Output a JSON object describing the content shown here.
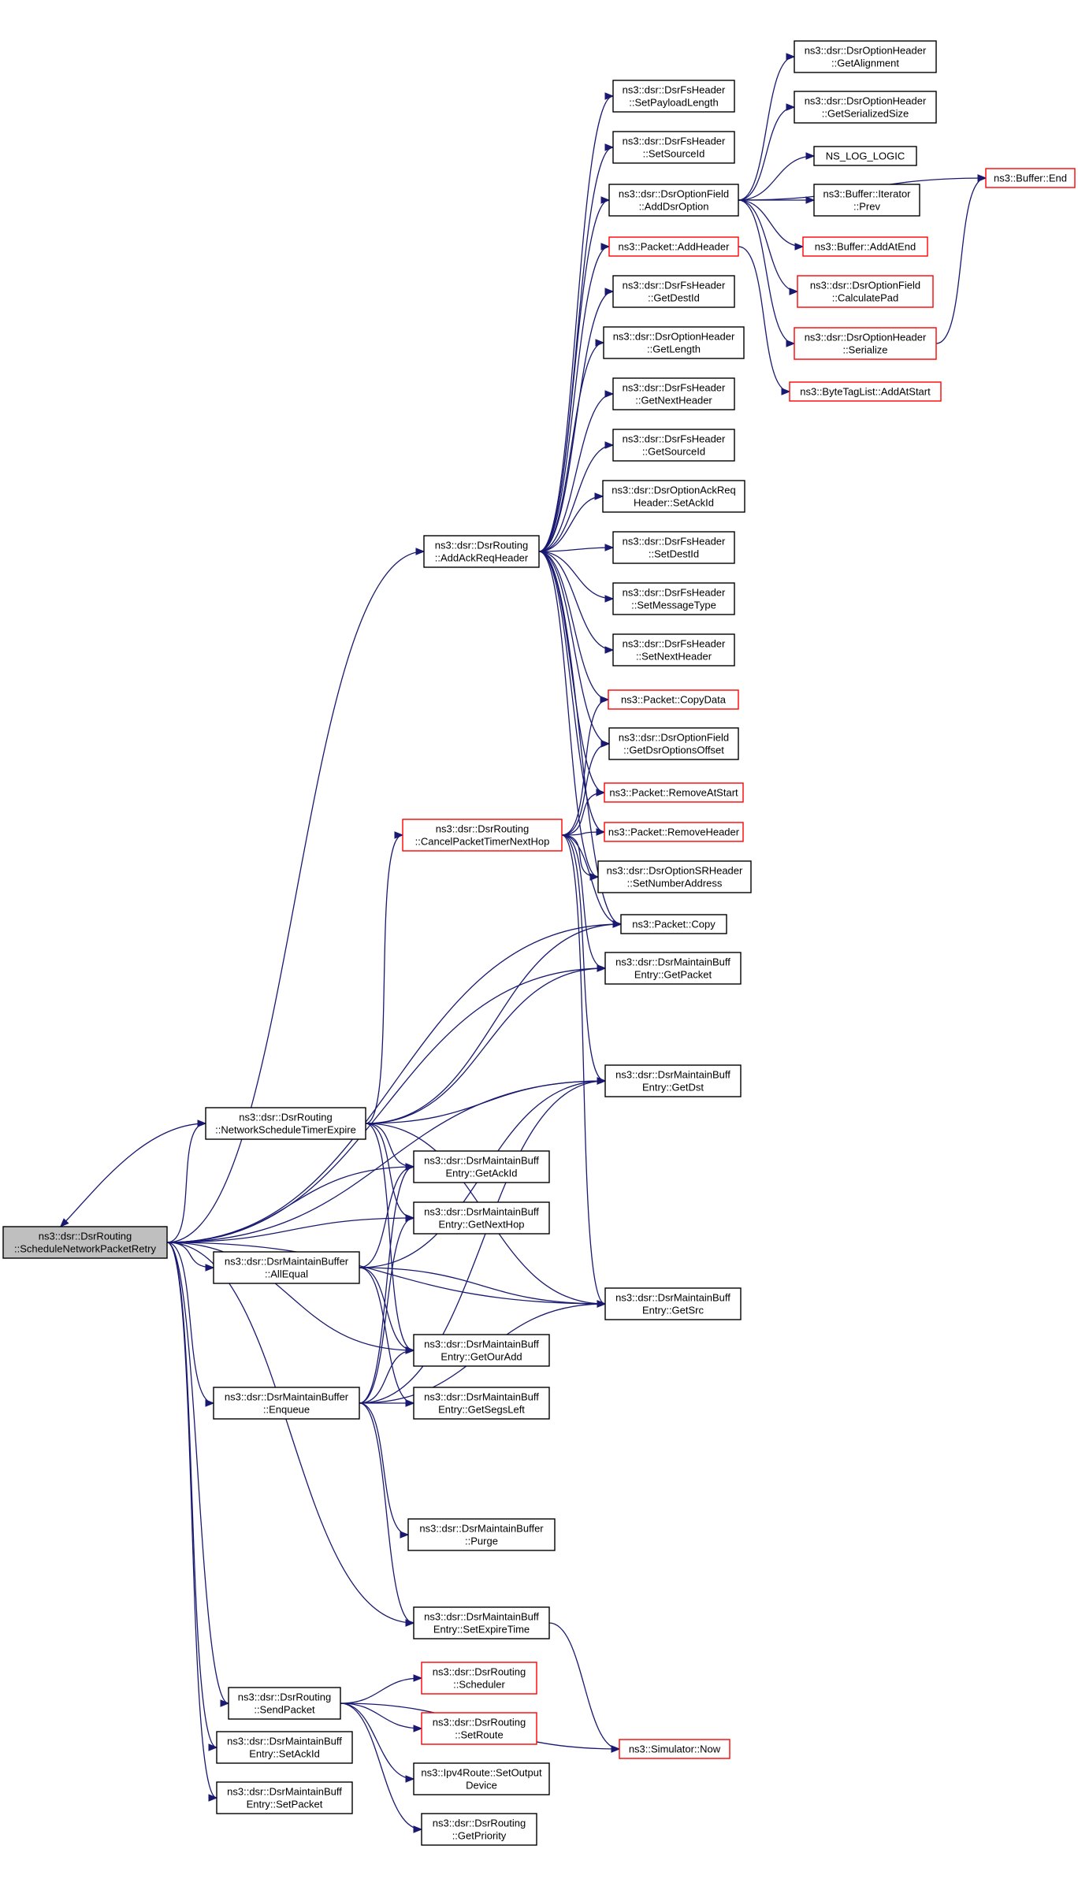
{
  "colors": {
    "edge": "#191970",
    "node_border_black": "#000000",
    "node_border_red": "#ff0000",
    "root_fill": "#bfbfbf",
    "node_fill": "#ffffff"
  },
  "nodes": [
    {
      "id": "root",
      "lines": [
        "ns3::dsr::DsrRouting",
        "::ScheduleNetworkPacketRetry"
      ],
      "border": "black",
      "fill": "gray",
      "root": true
    },
    {
      "id": "addAck",
      "lines": [
        "ns3::dsr::DsrRouting",
        "::AddAckReqHeader"
      ],
      "border": "black"
    },
    {
      "id": "setPayloadLength",
      "lines": [
        "ns3::dsr::DsrFsHeader",
        "::SetPayloadLength"
      ],
      "border": "black"
    },
    {
      "id": "setSourceId",
      "lines": [
        "ns3::dsr::DsrFsHeader",
        "::SetSourceId"
      ],
      "border": "black"
    },
    {
      "id": "addDsrOption",
      "lines": [
        "ns3::dsr::DsrOptionField",
        "::AddDsrOption"
      ],
      "border": "black"
    },
    {
      "id": "pktAddHeader",
      "lines": [
        "ns3::Packet::AddHeader"
      ],
      "border": "red"
    },
    {
      "id": "getDestId",
      "lines": [
        "ns3::dsr::DsrFsHeader",
        "::GetDestId"
      ],
      "border": "black"
    },
    {
      "id": "optGetLength",
      "lines": [
        "ns3::dsr::DsrOptionHeader",
        "::GetLength"
      ],
      "border": "black"
    },
    {
      "id": "getNextHeader",
      "lines": [
        "ns3::dsr::DsrFsHeader",
        "::GetNextHeader"
      ],
      "border": "black"
    },
    {
      "id": "getSourceId",
      "lines": [
        "ns3::dsr::DsrFsHeader",
        "::GetSourceId"
      ],
      "border": "black"
    },
    {
      "id": "setAckIdHdr",
      "lines": [
        "ns3::dsr::DsrOptionAckReq",
        "Header::SetAckId"
      ],
      "border": "black"
    },
    {
      "id": "setDestId",
      "lines": [
        "ns3::dsr::DsrFsHeader",
        "::SetDestId"
      ],
      "border": "black"
    },
    {
      "id": "setMessageType",
      "lines": [
        "ns3::dsr::DsrFsHeader",
        "::SetMessageType"
      ],
      "border": "black"
    },
    {
      "id": "setNextHeader",
      "lines": [
        "ns3::dsr::DsrFsHeader",
        "::SetNextHeader"
      ],
      "border": "black"
    },
    {
      "id": "copyData",
      "lines": [
        "ns3::Packet::CopyData"
      ],
      "border": "red"
    },
    {
      "id": "getDsrOptionsOffset",
      "lines": [
        "ns3::dsr::DsrOptionField",
        "::GetDsrOptionsOffset"
      ],
      "border": "black"
    },
    {
      "id": "removeAtStart",
      "lines": [
        "ns3::Packet::RemoveAtStart"
      ],
      "border": "red"
    },
    {
      "id": "removeHeader",
      "lines": [
        "ns3::Packet::RemoveHeader"
      ],
      "border": "red"
    },
    {
      "id": "setNumberAddress",
      "lines": [
        "ns3::dsr::DsrOptionSRHeader",
        "::SetNumberAddress"
      ],
      "border": "black"
    },
    {
      "id": "pktCopy",
      "lines": [
        "ns3::Packet::Copy"
      ],
      "border": "black"
    },
    {
      "id": "getPacket",
      "lines": [
        "ns3::dsr::DsrMaintainBuff",
        "Entry::GetPacket"
      ],
      "border": "black"
    },
    {
      "id": "getDst",
      "lines": [
        "ns3::dsr::DsrMaintainBuff",
        "Entry::GetDst"
      ],
      "border": "black"
    },
    {
      "id": "getSrc",
      "lines": [
        "ns3::dsr::DsrMaintainBuff",
        "Entry::GetSrc"
      ],
      "border": "black"
    },
    {
      "id": "getAlignment",
      "lines": [
        "ns3::dsr::DsrOptionHeader",
        "::GetAlignment"
      ],
      "border": "black"
    },
    {
      "id": "getSerializedSize",
      "lines": [
        "ns3::dsr::DsrOptionHeader",
        "::GetSerializedSize"
      ],
      "border": "black"
    },
    {
      "id": "nsLogLogic",
      "lines": [
        "NS_LOG_LOGIC"
      ],
      "border": "black"
    },
    {
      "id": "iterPrev",
      "lines": [
        "ns3::Buffer::Iterator",
        "::Prev"
      ],
      "border": "black"
    },
    {
      "id": "addAtEnd",
      "lines": [
        "ns3::Buffer::AddAtEnd"
      ],
      "border": "red"
    },
    {
      "id": "calculatePad",
      "lines": [
        "ns3::dsr::DsrOptionField",
        "::CalculatePad"
      ],
      "border": "red"
    },
    {
      "id": "serialize",
      "lines": [
        "ns3::dsr::DsrOptionHeader",
        "::Serialize"
      ],
      "border": "red"
    },
    {
      "id": "addAtStart",
      "lines": [
        "ns3::ByteTagList::AddAtStart"
      ],
      "border": "red"
    },
    {
      "id": "bufferEnd",
      "lines": [
        "ns3::Buffer::End"
      ],
      "border": "red"
    },
    {
      "id": "cancelTimer",
      "lines": [
        "ns3::dsr::DsrRouting",
        "::CancelPacketTimerNextHop"
      ],
      "border": "red"
    },
    {
      "id": "nsTimerExpire",
      "lines": [
        "ns3::dsr::DsrRouting",
        "::NetworkScheduleTimerExpire"
      ],
      "border": "black"
    },
    {
      "id": "getAckId",
      "lines": [
        "ns3::dsr::DsrMaintainBuff",
        "Entry::GetAckId"
      ],
      "border": "black"
    },
    {
      "id": "getNextHop",
      "lines": [
        "ns3::dsr::DsrMaintainBuff",
        "Entry::GetNextHop"
      ],
      "border": "black"
    },
    {
      "id": "allEqual",
      "lines": [
        "ns3::dsr::DsrMaintainBuffer",
        "::AllEqual"
      ],
      "border": "black"
    },
    {
      "id": "getOurAdd",
      "lines": [
        "ns3::dsr::DsrMaintainBuff",
        "Entry::GetOurAdd"
      ],
      "border": "black"
    },
    {
      "id": "enqueue",
      "lines": [
        "ns3::dsr::DsrMaintainBuffer",
        "::Enqueue"
      ],
      "border": "black"
    },
    {
      "id": "getSegsLeft",
      "lines": [
        "ns3::dsr::DsrMaintainBuff",
        "Entry::GetSegsLeft"
      ],
      "border": "black"
    },
    {
      "id": "purge",
      "lines": [
        "ns3::dsr::DsrMaintainBuffer",
        "::Purge"
      ],
      "border": "black"
    },
    {
      "id": "setExpireTime",
      "lines": [
        "ns3::dsr::DsrMaintainBuff",
        "Entry::SetExpireTime"
      ],
      "border": "black"
    },
    {
      "id": "sendPacket",
      "lines": [
        "ns3::dsr::DsrRouting",
        "::SendPacket"
      ],
      "border": "black"
    },
    {
      "id": "scheduler",
      "lines": [
        "ns3::dsr::DsrRouting",
        "::Scheduler"
      ],
      "border": "red"
    },
    {
      "id": "setRoute",
      "lines": [
        "ns3::dsr::DsrRouting",
        "::SetRoute"
      ],
      "border": "red"
    },
    {
      "id": "simNow",
      "lines": [
        "ns3::Simulator::Now"
      ],
      "border": "red"
    },
    {
      "id": "setOutputDevice",
      "lines": [
        "ns3::Ipv4Route::SetOutput",
        "Device"
      ],
      "border": "black"
    },
    {
      "id": "getPriority",
      "lines": [
        "ns3::dsr::DsrRouting",
        "::GetPriority"
      ],
      "border": "black"
    },
    {
      "id": "setAckIdEntry",
      "lines": [
        "ns3::dsr::DsrMaintainBuff",
        "Entry::SetAckId"
      ],
      "border": "black"
    },
    {
      "id": "setPacketEntry",
      "lines": [
        "ns3::dsr::DsrMaintainBuff",
        "Entry::SetPacket"
      ],
      "border": "black"
    }
  ],
  "edges": [
    [
      "root",
      "addAck"
    ],
    [
      "root",
      "pktCopy"
    ],
    [
      "root",
      "getPacket"
    ],
    [
      "root",
      "getDst"
    ],
    [
      "root",
      "nsTimerExpire"
    ],
    [
      "root",
      "getAckId"
    ],
    [
      "root",
      "getNextHop"
    ],
    [
      "root",
      "allEqual"
    ],
    [
      "root",
      "getOurAdd"
    ],
    [
      "root",
      "enqueue"
    ],
    [
      "root",
      "getSrc"
    ],
    [
      "root",
      "setExpireTime"
    ],
    [
      "root",
      "sendPacket"
    ],
    [
      "root",
      "setAckIdEntry"
    ],
    [
      "root",
      "setPacketEntry"
    ],
    [
      "addAck",
      "setPayloadLength"
    ],
    [
      "addAck",
      "setSourceId"
    ],
    [
      "addAck",
      "addDsrOption"
    ],
    [
      "addAck",
      "pktAddHeader"
    ],
    [
      "addAck",
      "getDestId"
    ],
    [
      "addAck",
      "optGetLength"
    ],
    [
      "addAck",
      "getNextHeader"
    ],
    [
      "addAck",
      "getSourceId"
    ],
    [
      "addAck",
      "setAckIdHdr"
    ],
    [
      "addAck",
      "setDestId"
    ],
    [
      "addAck",
      "setMessageType"
    ],
    [
      "addAck",
      "setNextHeader"
    ],
    [
      "addAck",
      "copyData"
    ],
    [
      "addAck",
      "getDsrOptionsOffset"
    ],
    [
      "addAck",
      "removeAtStart"
    ],
    [
      "addAck",
      "removeHeader"
    ],
    [
      "addAck",
      "setNumberAddress"
    ],
    [
      "addAck",
      "pktCopy"
    ],
    [
      "addDsrOption",
      "getAlignment"
    ],
    [
      "addDsrOption",
      "getSerializedSize"
    ],
    [
      "addDsrOption",
      "nsLogLogic"
    ],
    [
      "addDsrOption",
      "iterPrev"
    ],
    [
      "addDsrOption",
      "addAtEnd"
    ],
    [
      "addDsrOption",
      "calculatePad"
    ],
    [
      "addDsrOption",
      "serialize"
    ],
    [
      "addDsrOption",
      "bufferEnd"
    ],
    [
      "pktAddHeader",
      "addAtStart"
    ],
    [
      "serialize",
      "bufferEnd"
    ],
    [
      "nsTimerExpire",
      "cancelTimer"
    ],
    [
      "nsTimerExpire",
      "pktCopy"
    ],
    [
      "nsTimerExpire",
      "getPacket"
    ],
    [
      "nsTimerExpire",
      "getDst"
    ],
    [
      "nsTimerExpire",
      "getAckId"
    ],
    [
      "nsTimerExpire",
      "getNextHop"
    ],
    [
      "nsTimerExpire",
      "getOurAdd"
    ],
    [
      "nsTimerExpire",
      "getSrc"
    ],
    [
      "nsTimerExpire",
      "root"
    ],
    [
      "cancelTimer",
      "copyData"
    ],
    [
      "cancelTimer",
      "getDsrOptionsOffset"
    ],
    [
      "cancelTimer",
      "removeAtStart"
    ],
    [
      "cancelTimer",
      "removeHeader"
    ],
    [
      "cancelTimer",
      "setNumberAddress"
    ],
    [
      "cancelTimer",
      "pktCopy"
    ],
    [
      "cancelTimer",
      "getPacket"
    ],
    [
      "cancelTimer",
      "getDst"
    ],
    [
      "cancelTimer",
      "getSrc"
    ],
    [
      "allEqual",
      "getAckId"
    ],
    [
      "allEqual",
      "getOurAdd"
    ],
    [
      "allEqual",
      "getSegsLeft"
    ],
    [
      "allEqual",
      "getDst"
    ],
    [
      "allEqual",
      "getSrc"
    ],
    [
      "enqueue",
      "getAckId"
    ],
    [
      "enqueue",
      "getNextHop"
    ],
    [
      "enqueue",
      "getOurAdd"
    ],
    [
      "enqueue",
      "getSegsLeft"
    ],
    [
      "enqueue",
      "getDst"
    ],
    [
      "enqueue",
      "getSrc"
    ],
    [
      "enqueue",
      "purge"
    ],
    [
      "enqueue",
      "setExpireTime"
    ],
    [
      "setExpireTime",
      "simNow"
    ],
    [
      "sendPacket",
      "scheduler"
    ],
    [
      "sendPacket",
      "setRoute"
    ],
    [
      "sendPacket",
      "setOutputDevice"
    ],
    [
      "sendPacket",
      "getPriority"
    ],
    [
      "sendPacket",
      "simNow"
    ]
  ]
}
